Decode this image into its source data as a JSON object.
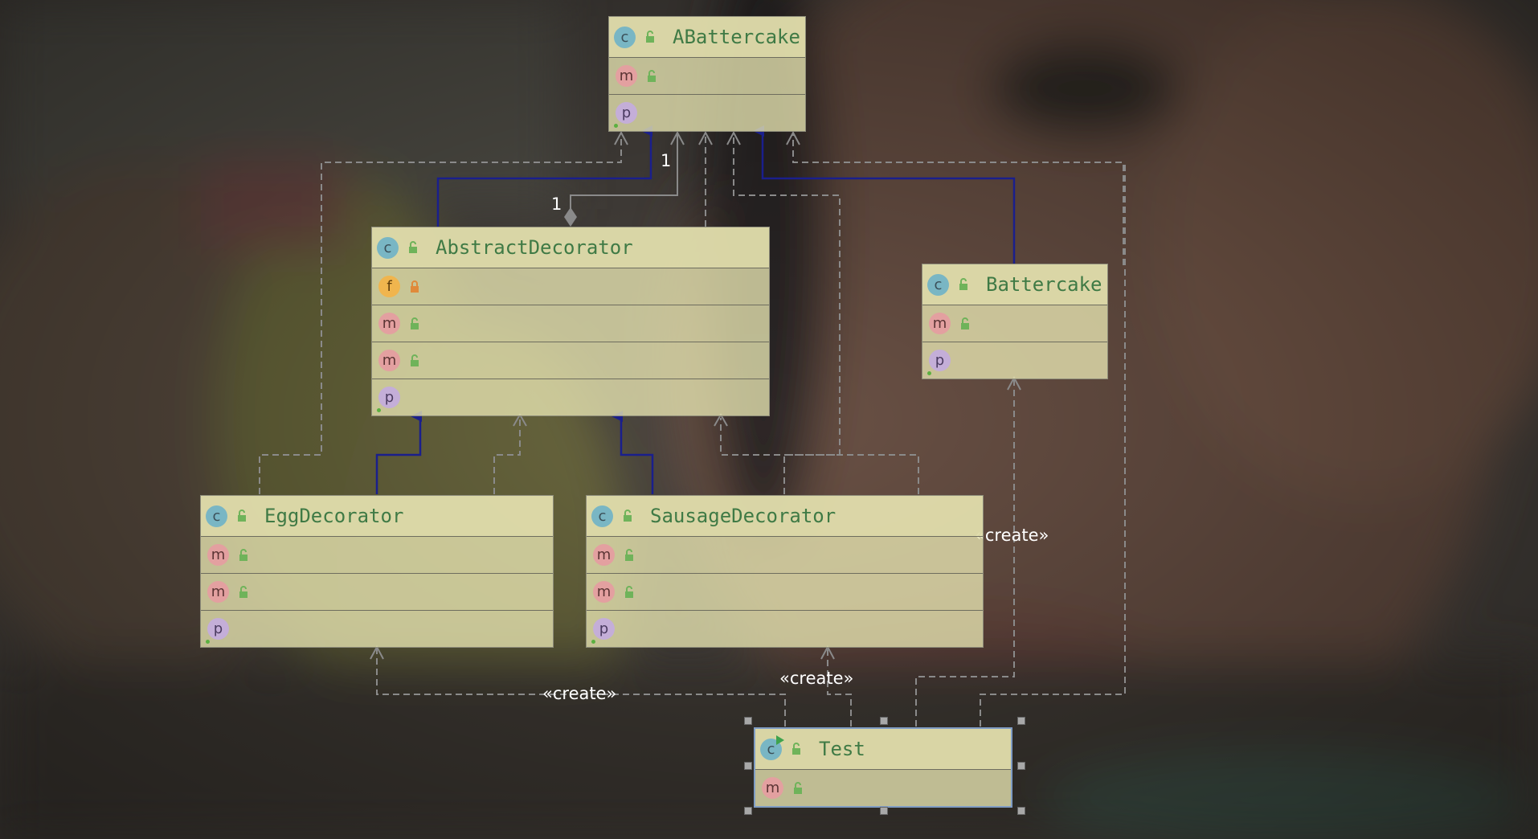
{
  "diagram": {
    "classes": {
      "abattercake": {
        "name": "ABattercake",
        "members": [
          {
            "kind": "m",
            "name": "",
            "type": ""
          },
          {
            "kind": "p",
            "name": "",
            "type": ""
          }
        ]
      },
      "abstract_decorator": {
        "name": "AbstractDecorator",
        "members": [
          {
            "kind": "f",
            "name": "",
            "type": ""
          },
          {
            "kind": "m",
            "name": "",
            "type": ""
          },
          {
            "kind": "m",
            "name": "",
            "type": ""
          },
          {
            "kind": "p",
            "name": "",
            "type": ""
          }
        ]
      },
      "battercake": {
        "name": "Battercake",
        "members": [
          {
            "kind": "m",
            "name": "",
            "type": ""
          },
          {
            "kind": "p",
            "name": "",
            "type": ""
          }
        ]
      },
      "egg_decorator": {
        "name": "EggDecorator",
        "members": [
          {
            "kind": "m",
            "name": "",
            "type": ""
          },
          {
            "kind": "m",
            "name": "",
            "type": ""
          },
          {
            "kind": "p",
            "name": "",
            "type": ""
          }
        ]
      },
      "sausage_decorator": {
        "name": "SausageDecorator",
        "members": [
          {
            "kind": "m",
            "name": "",
            "type": ""
          },
          {
            "kind": "m",
            "name": "",
            "type": ""
          },
          {
            "kind": "p",
            "name": "",
            "type": ""
          }
        ]
      },
      "test": {
        "name": "Test",
        "members": [
          {
            "kind": "m",
            "name": "",
            "type": ""
          }
        ]
      }
    },
    "badges": {
      "class": "c",
      "method": "m",
      "field": "f",
      "property": "p"
    },
    "labels": {
      "multiplicity_top": "1",
      "multiplicity_bottom": "1",
      "create_egg": "«create»",
      "create_sausage": "«create»",
      "create_battercake": "«create»"
    },
    "colors": {
      "generalization": "#1a1f8c",
      "dependency": "#8a8a8a",
      "class_name": "#3f7a45",
      "node_fill": "#e8e5b2"
    },
    "icons": [
      "class-icon",
      "method-icon",
      "field-icon",
      "property-icon",
      "public-lock-icon",
      "private-lock-icon",
      "run-icon"
    ]
  }
}
